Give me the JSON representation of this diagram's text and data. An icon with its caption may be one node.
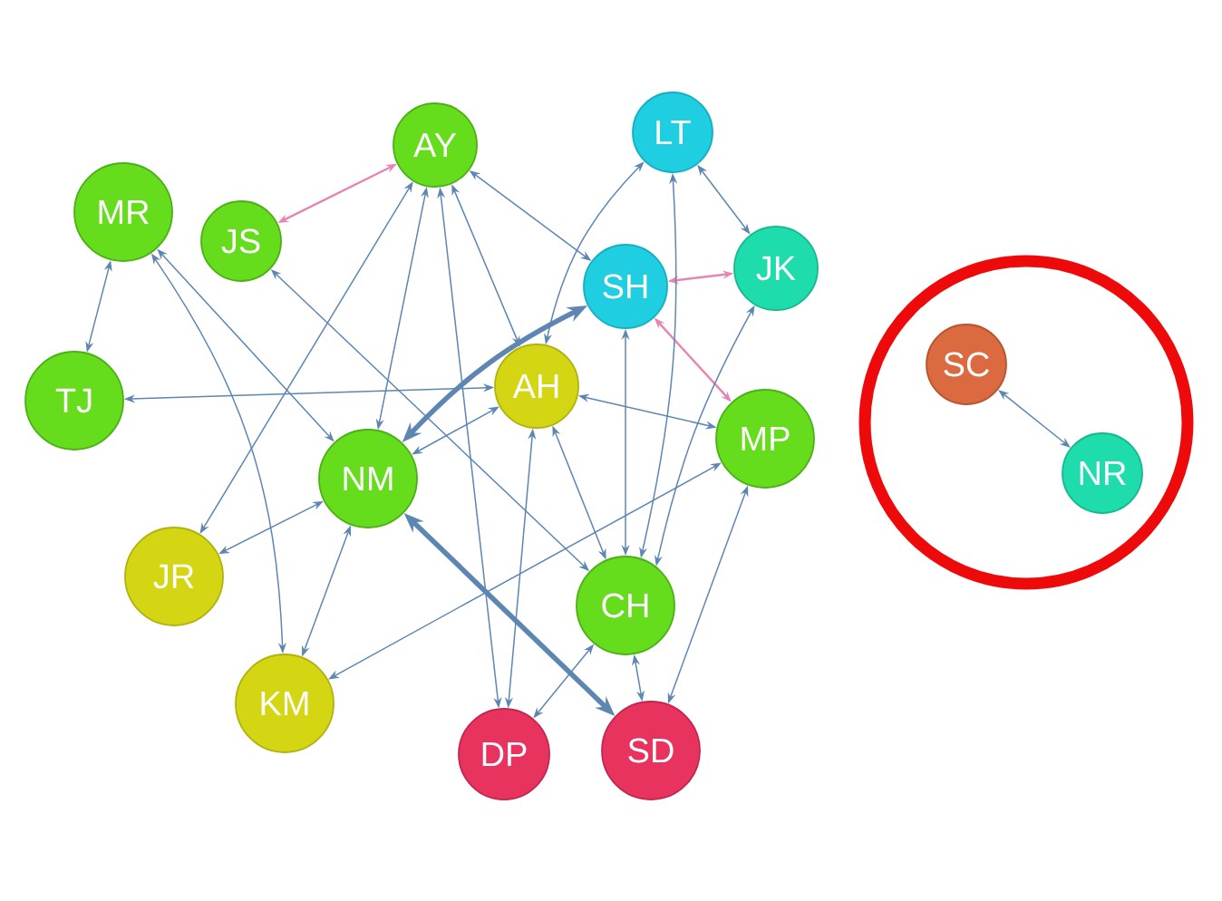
{
  "diagram": {
    "nodes": [
      {
        "text": [
          "AY"
        ]
      },
      {
        "text": [
          "LT"
        ]
      },
      {
        "text": [
          "MR"
        ]
      },
      {
        "text": [
          "JS"
        ]
      },
      {
        "text": [
          "JK"
        ]
      },
      {
        "text": [
          "SH"
        ]
      },
      {
        "text": [
          "TJ"
        ]
      },
      {
        "text": [
          "AH"
        ]
      },
      {
        "text": [
          "MP"
        ]
      },
      {
        "text": [
          "NM"
        ]
      },
      {
        "text": [
          "JR"
        ]
      },
      {
        "text": [
          "CH"
        ]
      },
      {
        "text": [
          "KM"
        ]
      },
      {
        "text": [
          "DP"
        ]
      },
      {
        "text": [
          "SD"
        ]
      },
      {
        "text": [],
        "shape": "circle"
      },
      {
        "text": [
          "SC"
        ],
        "in": 15
      },
      {
        "text": [
          "NR"
        ],
        "in": 15
      }
    ],
    "edges": [
      {
        "from": 3,
        "to": 0,
        "arrow": "both",
        "color": "#e884b3"
      },
      {
        "from": 2,
        "to": 6,
        "arrow": "both"
      },
      {
        "from": 2,
        "to": 9,
        "arrow": "both"
      },
      {
        "from": 2,
        "to": 12,
        "arrow": "both"
      },
      {
        "from": 3,
        "to": 11,
        "arrow": "both"
      },
      {
        "from": 6,
        "to": 7,
        "arrow": "both"
      },
      {
        "from": 10,
        "to": 0,
        "arrow": "both"
      },
      {
        "from": 0,
        "to": 9,
        "arrow": "both"
      },
      {
        "from": 0,
        "to": 13,
        "arrow": "both"
      },
      {
        "from": 0,
        "to": 7,
        "arrow": "both"
      },
      {
        "from": 0,
        "to": 5,
        "arrow": "both"
      },
      {
        "from": 9,
        "to": 5,
        "arrow": "both",
        "style": "thick"
      },
      {
        "from": 7,
        "to": 1,
        "arrow": "both"
      },
      {
        "from": 1,
        "to": 4,
        "arrow": "both"
      },
      {
        "from": 5,
        "to": 4,
        "arrow": "both",
        "color": "#e884b3"
      },
      {
        "from": 5,
        "to": 8,
        "arrow": "both",
        "color": "#e884b3"
      },
      {
        "from": 1,
        "to": 11,
        "arrow": "both"
      },
      {
        "from": 5,
        "to": 11,
        "arrow": "both"
      },
      {
        "from": 4,
        "to": 11,
        "arrow": "both"
      },
      {
        "from": 7,
        "to": 8,
        "arrow": "both"
      },
      {
        "from": 9,
        "to": 7,
        "arrow": "both"
      },
      {
        "from": 7,
        "to": 13,
        "arrow": "both"
      },
      {
        "from": 7,
        "to": 11,
        "arrow": "both"
      },
      {
        "from": 12,
        "to": 8,
        "arrow": "both"
      },
      {
        "from": 9,
        "to": 10,
        "arrow": "both"
      },
      {
        "from": 9,
        "to": 12,
        "arrow": "both"
      },
      {
        "from": 9,
        "to": 14,
        "arrow": "both",
        "style": "thick"
      },
      {
        "from": 11,
        "to": 13,
        "arrow": "both"
      },
      {
        "from": 11,
        "to": 14,
        "arrow": "both"
      },
      {
        "from": 8,
        "to": 14,
        "arrow": "both"
      },
      {
        "from": 16,
        "to": 17,
        "arrow": "both"
      }
    ]
  }
}
